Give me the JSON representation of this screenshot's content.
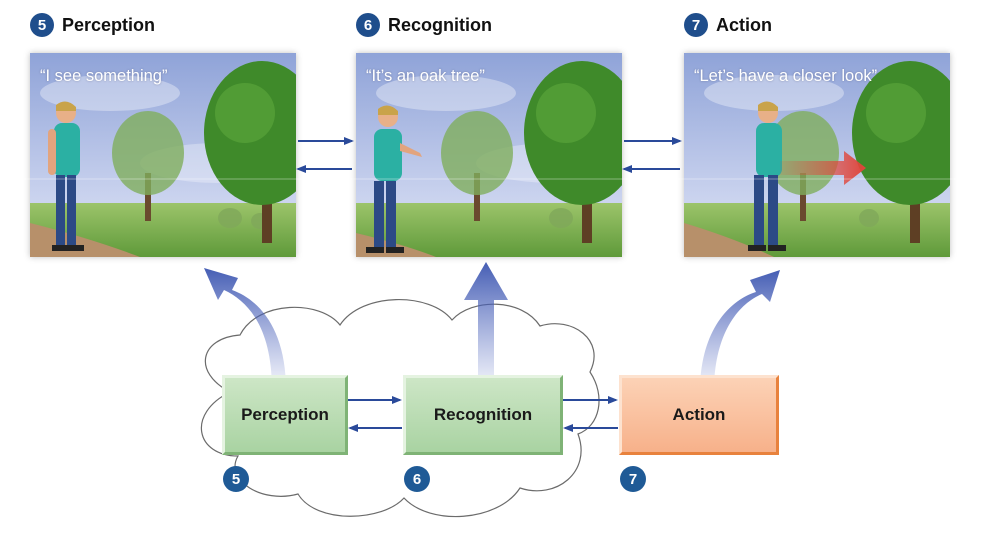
{
  "headings": [
    {
      "number": "5",
      "label": "Perception"
    },
    {
      "number": "6",
      "label": "Recognition"
    },
    {
      "number": "7",
      "label": "Action"
    }
  ],
  "panels": [
    {
      "quote": "“I see something”"
    },
    {
      "quote": "“It’s an oak tree”"
    },
    {
      "quote": "“Let’s have a closer look”"
    }
  ],
  "boxes": [
    {
      "label": "Perception"
    },
    {
      "label": "Recognition"
    },
    {
      "label": "Action"
    }
  ],
  "badges": [
    "5",
    "6",
    "7"
  ],
  "colors": {
    "badge": "#1f4e8c",
    "arrow": "#2a4a9a",
    "box_green": "#a9d3a2",
    "box_orange": "#f7b18a",
    "red_arrow": "#e0453a"
  }
}
